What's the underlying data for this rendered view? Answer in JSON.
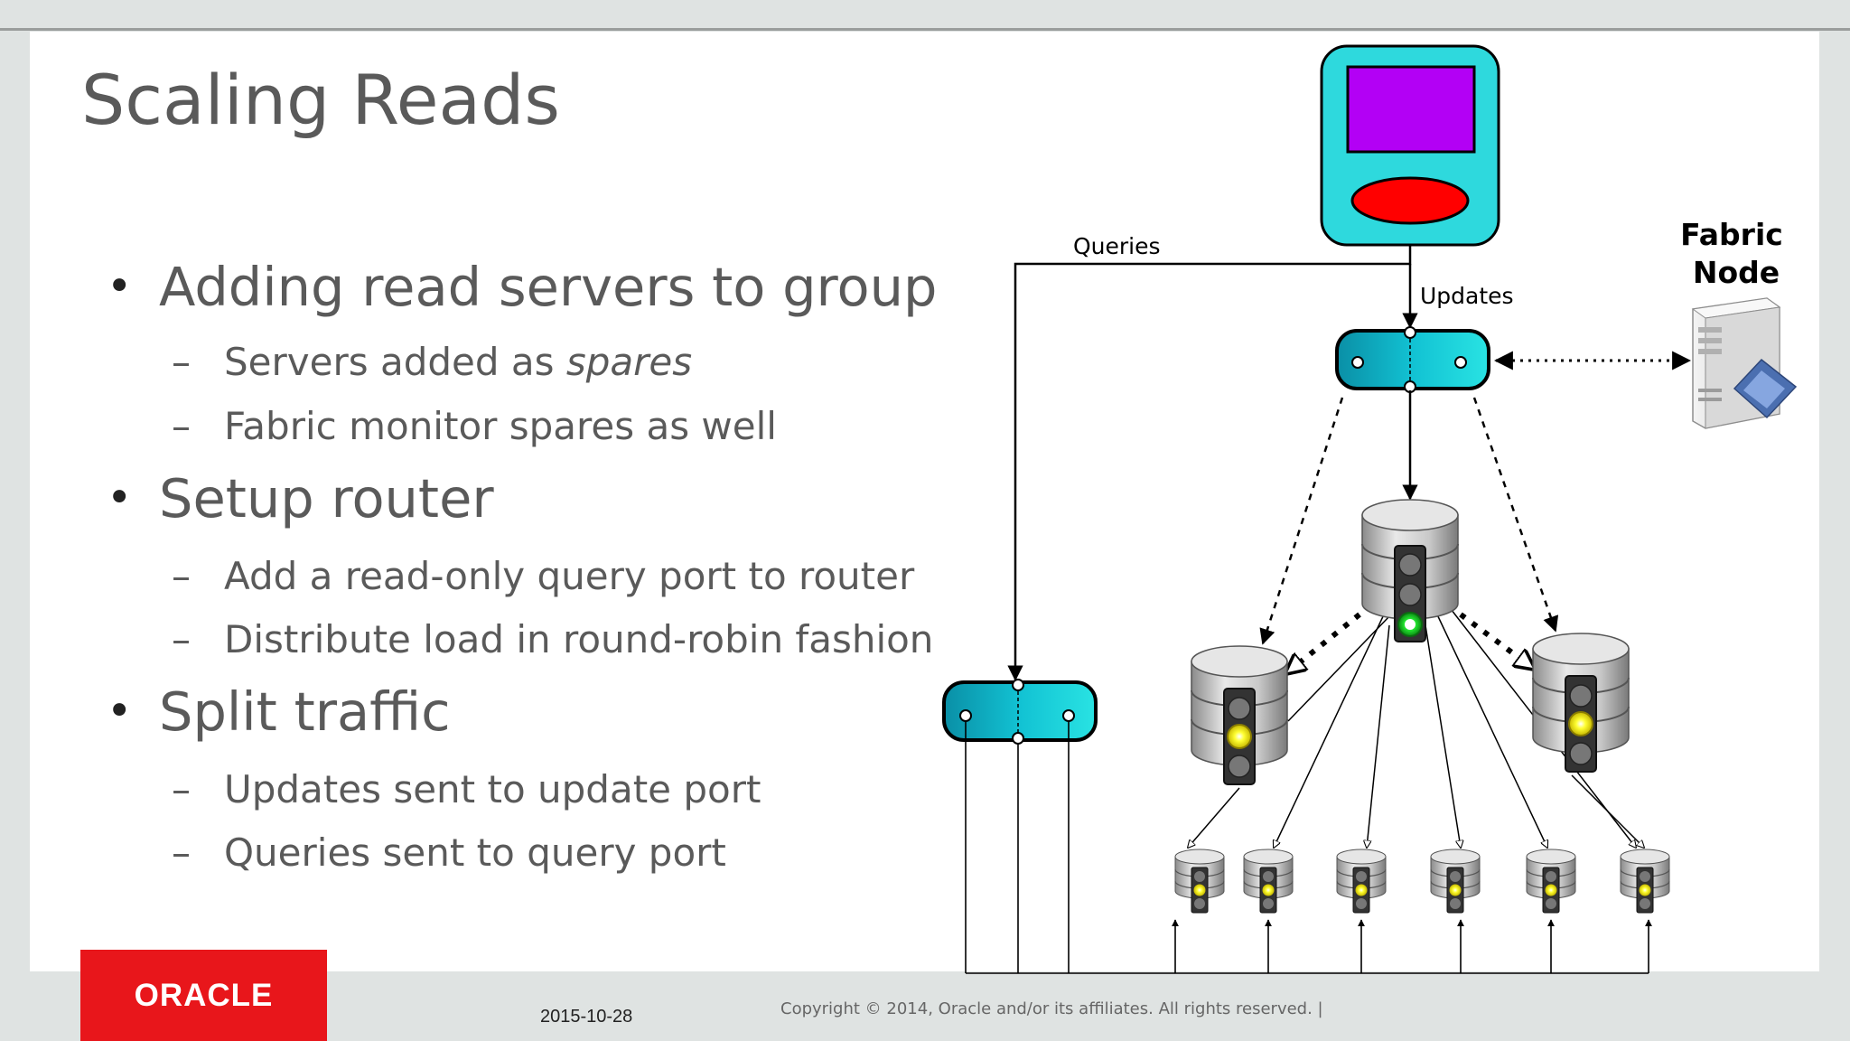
{
  "slide": {
    "title": "Scaling Reads",
    "bullets": [
      {
        "text": "Adding read servers to group",
        "sub": [
          {
            "pre": "Servers added as ",
            "em": "spares"
          },
          {
            "pre": "Fabric monitor spares as well",
            "em": ""
          }
        ]
      },
      {
        "text": "Setup router",
        "sub": [
          {
            "pre": "Add a read-only query port to router",
            "em": ""
          },
          {
            "pre": "Distribute load in round-robin fashion",
            "em": ""
          }
        ]
      },
      {
        "text": "Split traffic",
        "sub": [
          {
            "pre": "Updates sent to update port",
            "em": ""
          },
          {
            "pre": "Queries sent to query port",
            "em": ""
          }
        ]
      }
    ],
    "bullet_glyph": "•",
    "dash_glyph": "–"
  },
  "diagram": {
    "label_queries": "Queries",
    "label_updates": "Updates",
    "fabric_label_line1": "Fabric",
    "fabric_label_line2": "Node",
    "colors": {
      "client_body": "#2ed9dd",
      "client_screen": "#b300f5",
      "client_button": "#ff0000",
      "router": "#19c5d2",
      "status_green": "#2bff3a",
      "status_yellow": "#ffff33"
    },
    "icons": [
      "client-device-icon",
      "router-icon",
      "server-tower-icon",
      "database-server-icon",
      "traffic-light-icon"
    ]
  },
  "footer": {
    "logo": "ORACLE",
    "date": "2015-10-28",
    "copyright": "Copyright © 2014, Oracle and/or its affiliates. All rights reserved.  |"
  }
}
